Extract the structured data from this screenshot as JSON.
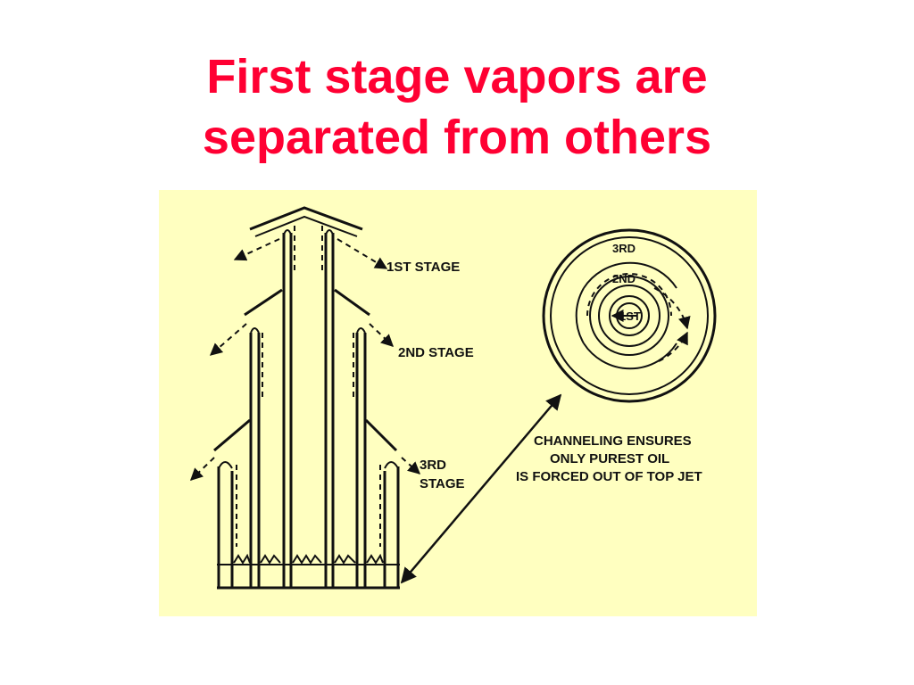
{
  "title": {
    "line1": "First stage vapors are",
    "line2": "separated from others"
  },
  "diagram": {
    "labels": {
      "stage1": "1ST STAGE",
      "stage2": "2ND STAGE",
      "stage3_a": "3RD",
      "stage3_b": "STAGE",
      "ring_3rd": "3RD",
      "ring_2nd": "2ND",
      "ring_1st": "1ST",
      "note_line1": "CHANNELING ENSURES",
      "note_line2": "ONLY PUREST OIL",
      "note_line3": "IS FORCED OUT OF TOP JET"
    },
    "colors": {
      "background": "#ffffc0",
      "ink": "#111111",
      "title": "#ff0033"
    }
  }
}
